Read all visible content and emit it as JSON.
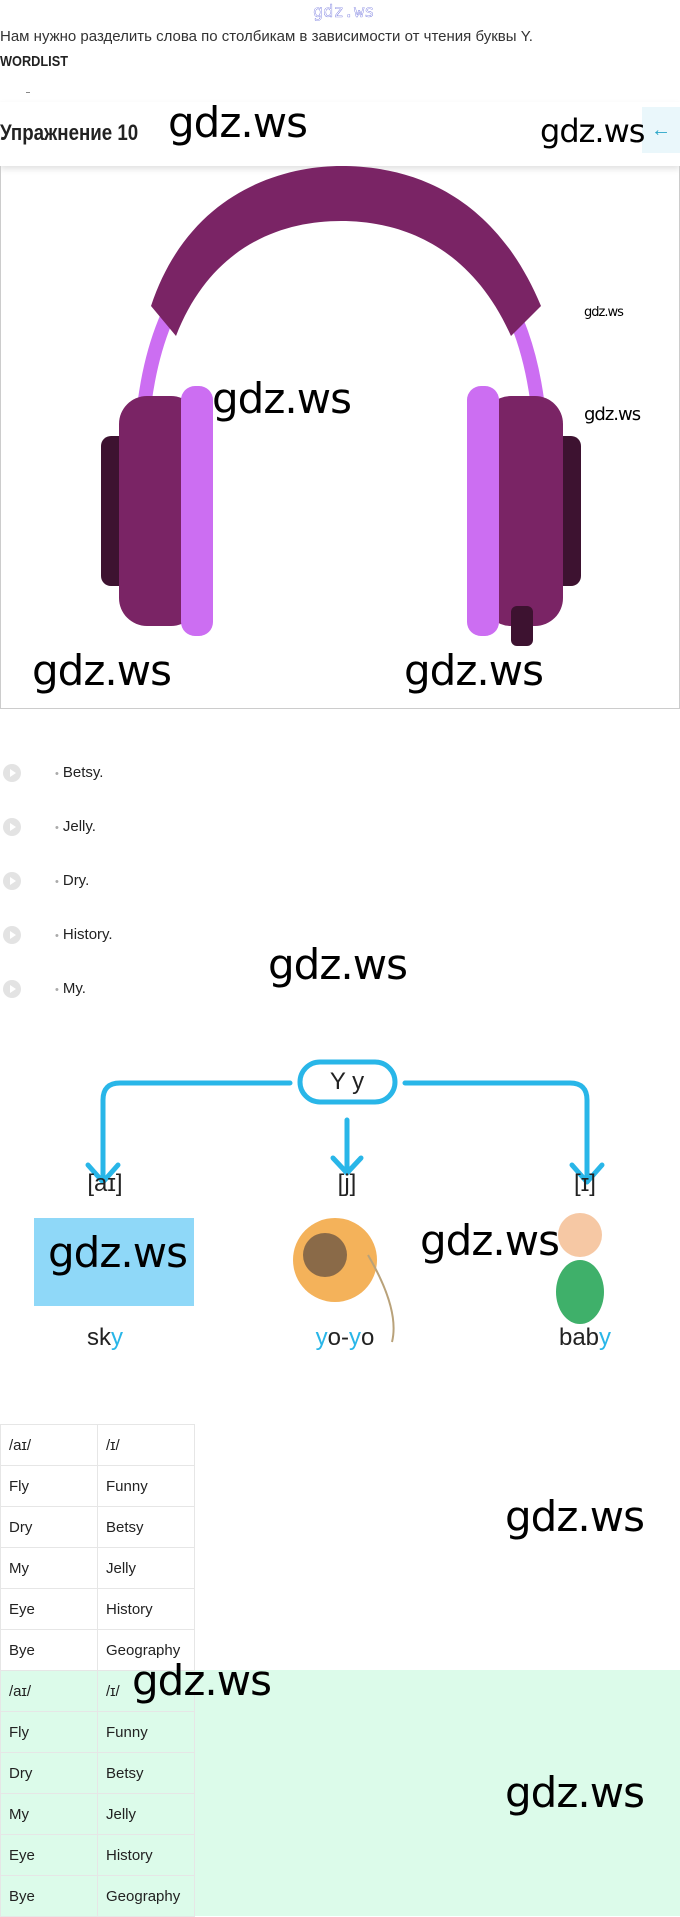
{
  "watermark": "gdz.ws",
  "instruction": "Нам нужно разделить слова по столбикам в зависимости от чтения буквы Y.",
  "wordlist_label": "WORDLIST",
  "exercise_title": "Упражнение 10",
  "back_icon": "←",
  "list_items": [
    "Betsy.",
    "Jelly.",
    "Dry.",
    "History.",
    "My."
  ],
  "diagram": {
    "center": "Y y",
    "sounds": [
      "[aɪ]",
      "[j]",
      "[ɪ]"
    ],
    "words": [
      {
        "pre": "sk",
        "hl": "y",
        "mid": "",
        "hl2": "",
        "post": ""
      },
      {
        "pre": "",
        "hl": "y",
        "mid": "o-",
        "hl2": "y",
        "post": "o"
      },
      {
        "pre": "bab",
        "hl": "y",
        "mid": "",
        "hl2": "",
        "post": ""
      }
    ],
    "accent": "#29b6e8"
  },
  "table": {
    "headers": [
      "/aɪ/",
      "/ɪ/"
    ],
    "rows": [
      [
        "Fly",
        "Funny"
      ],
      [
        "Dry",
        "Betsy"
      ],
      [
        "My",
        "Jelly"
      ],
      [
        "Eye",
        "History"
      ],
      [
        "Bye",
        "Geography"
      ]
    ]
  },
  "colors": {
    "headphone_dark": "#7a2465",
    "headphone_light": "#cc6ef2",
    "answer_bg": "#dcfbea"
  }
}
